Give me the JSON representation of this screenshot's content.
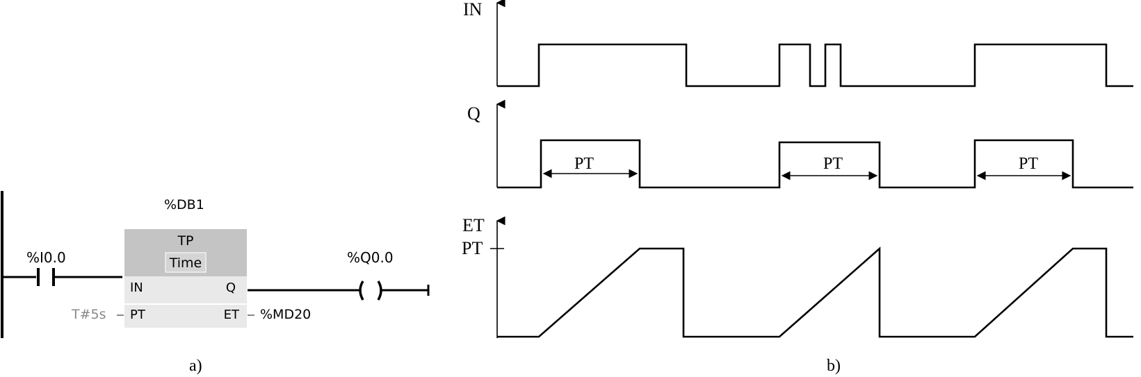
{
  "ladder": {
    "instance": "%DB1",
    "block_type": "TP",
    "block_data_type": "Time",
    "contact_address": "%I0.0",
    "coil_address": "%Q0.0",
    "pin_in": "IN",
    "pin_pt": "PT",
    "pin_q": "Q",
    "pin_et": "ET",
    "pt_value": "T#5s",
    "et_value": "%MD20",
    "caption": "a)"
  },
  "timing": {
    "label_in": "IN",
    "label_q": "Q",
    "label_et": "ET",
    "label_pt_level": "PT",
    "pt_spans": [
      "PT",
      "PT",
      "PT"
    ],
    "caption": "b)"
  },
  "colors": {
    "line": "#000000",
    "block_header": "#c4c4c4",
    "block_body": "#e9e9e9",
    "muted_text": "#888888"
  }
}
